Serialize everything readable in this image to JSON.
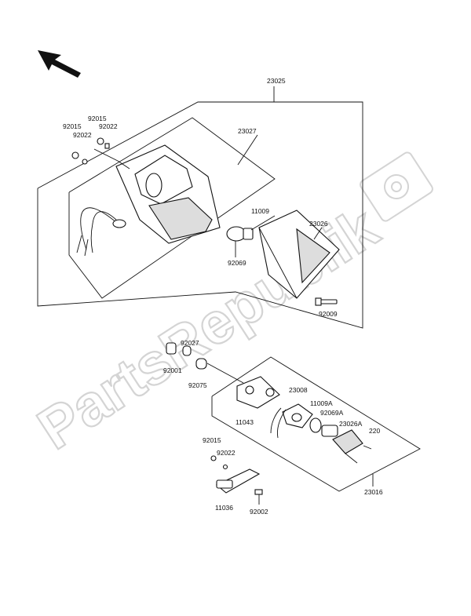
{
  "watermark": "PartsRepublik",
  "labels": {
    "l23025": "23025",
    "l23027": "23027",
    "l92015a": "92015",
    "l92015b": "92015",
    "l92022a": "92022",
    "l92022b": "92022",
    "l11009": "11009",
    "l23026": "23026",
    "l92069": "92069",
    "l92009": "92009",
    "l92027": "92027",
    "l92001": "92001",
    "l92075": "92075",
    "l11043": "11043",
    "l23008": "23008",
    "l11009A": "11009A",
    "l92069A": "92069A",
    "l23026A": "23026A",
    "l220": "220",
    "l92015c": "92015",
    "l92022c": "92022",
    "l11036": "11036",
    "l92002": "92002",
    "l23016": "23016"
  },
  "icons": {
    "direction": "arrow-icon",
    "watermark_logo": "gear-icon"
  },
  "colors": {
    "line": "#111111",
    "watermark": "#d4d4d4"
  }
}
